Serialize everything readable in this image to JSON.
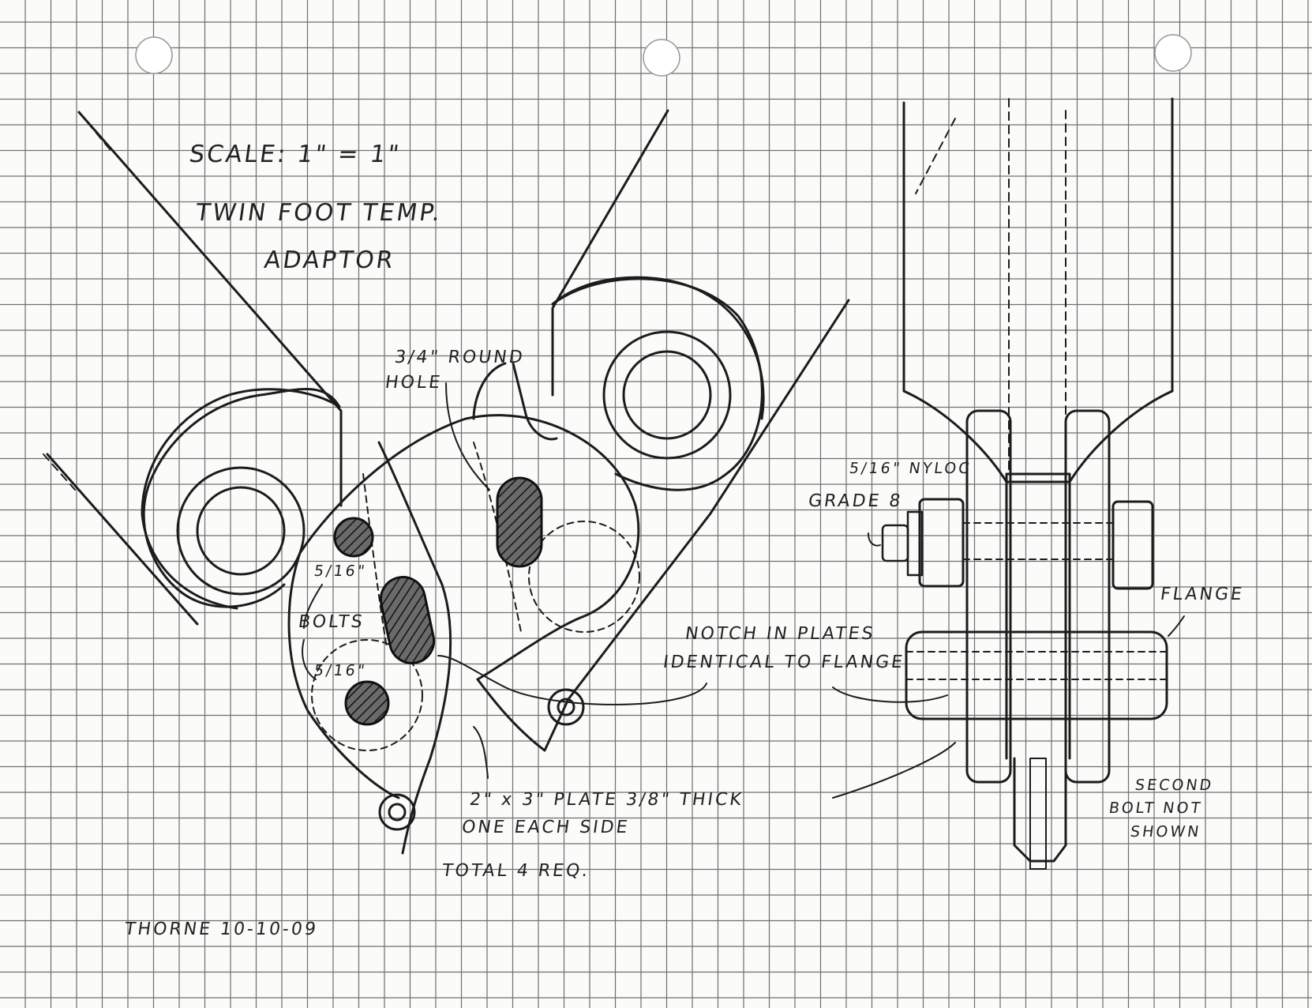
{
  "labels": {
    "scale": "SCALE: 1\" = 1\"",
    "title_line1": "TWIN FOOT TEMP.",
    "title_line2": "ADAPTOR",
    "round_hole_line1": "3/4\" ROUND",
    "round_hole_line2": "HOLE",
    "bolt_size_upper": "5/16\"",
    "bolts": "BOLTS",
    "bolt_size_lower": "5/16\"",
    "nyloc": "5/16\" NYLOC",
    "grade": "GRADE 8",
    "flange": "FLANGE",
    "notch_line1": "NOTCH IN PLATES",
    "notch_line2": "IDENTICAL TO FLANGE",
    "plate_line1": "2\" x 3\" PLATE 3/8\" THICK",
    "plate_line2": "ONE EACH SIDE",
    "total": "TOTAL 4 REQ.",
    "second_bolt_line1": "SECOND",
    "second_bolt_line2": "BOLT NOT",
    "second_bolt_line3": "SHOWN",
    "signature": "THORNE 10-10-09"
  },
  "colors": {
    "paper": "#fbfbfa",
    "grid": "#6f6f6f",
    "ink": "#1c1c1c",
    "hatch": "#2a2a2a"
  }
}
